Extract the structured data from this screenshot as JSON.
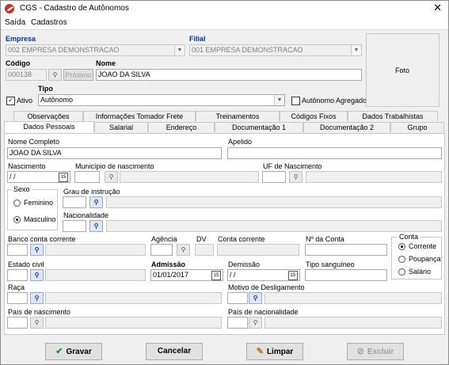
{
  "window": {
    "title": "CGS - Cadastro de Autônomos",
    "close_glyph": "✕"
  },
  "menu": {
    "items": [
      "Saída",
      "Cadastros"
    ]
  },
  "header": {
    "empresa_label": "Empresa",
    "empresa_value": "002 EMPRESA DEMONSTRACAO",
    "filial_label": "Filial",
    "filial_value": "001 EMPRESA DEMONSTRACAO",
    "codigo_label": "Código",
    "codigo_value": "000138",
    "proximo_label": "Próximo",
    "nome_label": "Nome",
    "nome_value": "JOAO DA SILVA",
    "tipo_label": "Tipo",
    "tipo_value": "Autônomo",
    "ativo_label": "Ativo",
    "ativo_checked": true,
    "agregado_label": "Autônomo Agregado",
    "agregado_checked": false,
    "foto_label": "Foto"
  },
  "tabs": {
    "row1": [
      "Observações",
      "Informações Tomador Frete",
      "Treinamentos",
      "Códigos Fixos",
      "Dados Trabalhistas"
    ],
    "row2": [
      "Dados Pessoais",
      "Salarial",
      "Endereço",
      "Documentação 1",
      "Documentação 2",
      "Grupo"
    ],
    "active": "Dados Pessoais"
  },
  "form": {
    "nome_completo_label": "Nome Completo",
    "nome_completo_value": "JOAO DA SILVA",
    "apelido_label": "Apelido",
    "apelido_value": "",
    "nascimento_label": "Nascimento",
    "nascimento_value": " / /",
    "municipio_label": "Município de nascimento",
    "uf_label": "UF de Nascimento",
    "sexo_label": "Sexo",
    "sexo_options": [
      "Feminino",
      "Masculino"
    ],
    "sexo_selected": "Masculino",
    "grau_label": "Grau de instrução",
    "nacionalidade_label": "Nacionalidade",
    "banco_label": "Banco conta corrente",
    "agencia_label": "Agência",
    "dv_label": "DV",
    "conta_corrente_label": "Conta corrente",
    "num_conta_label": "Nº da Conta",
    "conta_group_label": "Conta",
    "conta_options": [
      "Corrente",
      "Poupança",
      "Salário"
    ],
    "conta_selected": "Corrente",
    "estado_civil_label": "Estado civil",
    "admissao_label": "Admissão",
    "admissao_value": "01/01/2017",
    "demissao_label": "Demissão",
    "demissao_value": " / /",
    "tipo_sangue_label": "Tipo sanguíneo",
    "raca_label": "Raça",
    "motivo_label": "Motivo de Desligamento",
    "pais_nasc_label": "País de nascimento",
    "pais_nac_label": "País de nacionalidade"
  },
  "footer": {
    "gravar": "Gravar",
    "cancelar": "Cancelar",
    "limpar": "Limpar",
    "excluir": "Excluir"
  },
  "colors": {
    "label_blue": "#0033a0",
    "accent_red": "#c0392b",
    "lookup_blue": "#1a3fa0"
  },
  "icons": [
    "app-icon",
    "close-icon",
    "lookup-icon",
    "calendar-icon",
    "dropdown-icon",
    "check-icon",
    "cancel-icon",
    "clear-icon",
    "delete-icon"
  ]
}
